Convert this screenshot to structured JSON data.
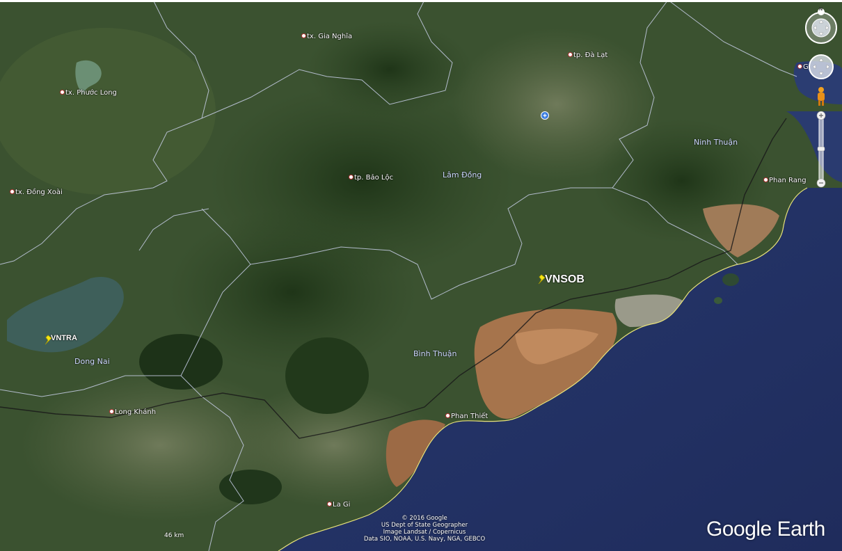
{
  "map": {
    "places": [
      {
        "label": "tx. Gia Nghĩa"
      },
      {
        "label": "tp. Đà Lạt"
      },
      {
        "label": "tx. Phước Long"
      },
      {
        "label": "tp. Bảo Lộc"
      },
      {
        "label": "tx. Đồng Xoài"
      },
      {
        "label": "Phan Rang"
      },
      {
        "label": "Long Khánh"
      },
      {
        "label": "Phan Thiết"
      },
      {
        "label": "La Gi"
      },
      {
        "label": "G"
      }
    ],
    "regions": [
      {
        "label": "Lâm Đồng"
      },
      {
        "label": "Ninh Thuận"
      },
      {
        "label": "Bình Thuận"
      },
      {
        "label": "Dong Nai"
      }
    ],
    "markers": [
      {
        "label": "VNSOB",
        "color": "#f5e614"
      },
      {
        "label": "VNTRA",
        "color": "#f5e614"
      }
    ],
    "scale_label": "46 km",
    "credits": [
      "© 2016 Google",
      "US Dept of State Geographer",
      "Image Landsat / Copernicus",
      "Data SIO, NOAA, U.S. Navy, NGA, GEBCO"
    ],
    "logo": {
      "part1": "Google",
      "part2": " Earth"
    },
    "compass_letter": "N"
  }
}
